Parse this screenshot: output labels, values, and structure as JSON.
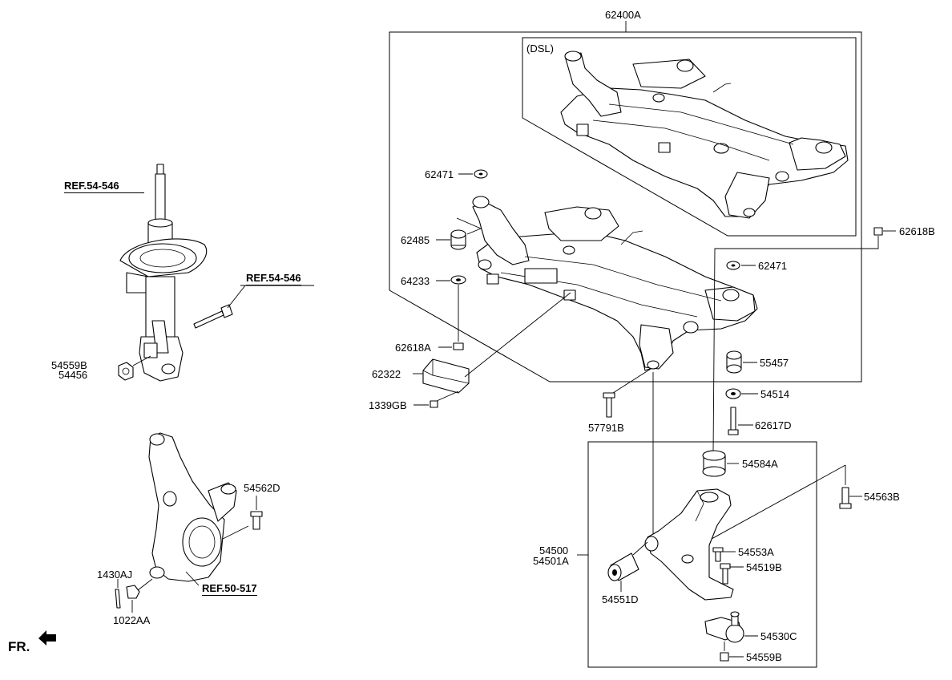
{
  "diagram": {
    "labels": {
      "p62400A": "62400A",
      "dsl": "(DSL)",
      "p62471a": "62471",
      "p62485": "62485",
      "p64233": "64233",
      "p62618A": "62618A",
      "p62322": "62322",
      "p1339GB": "1339GB",
      "p57791B": "57791B",
      "p62618B": "62618B",
      "p62471b": "62471",
      "p55457": "55457",
      "p54514": "54514",
      "p62617D": "62617D",
      "p54584A": "54584A",
      "p54563B": "54563B",
      "p54500": "54500",
      "p54501A": "54501A",
      "p54553A": "54553A",
      "p54519B": "54519B",
      "p54551D": "54551D",
      "p54530C": "54530C",
      "p54559Bc": "54559B",
      "p54559B": "54559B",
      "p54456": "54456",
      "p54562D": "54562D",
      "p1430AJ": "1430AJ",
      "p1022AA": "1022AA"
    },
    "refs": {
      "strut_top": "REF.54-546",
      "strut_bolt": "REF.54-546",
      "knuckle": "REF.50-517"
    },
    "orientation": "FR."
  }
}
